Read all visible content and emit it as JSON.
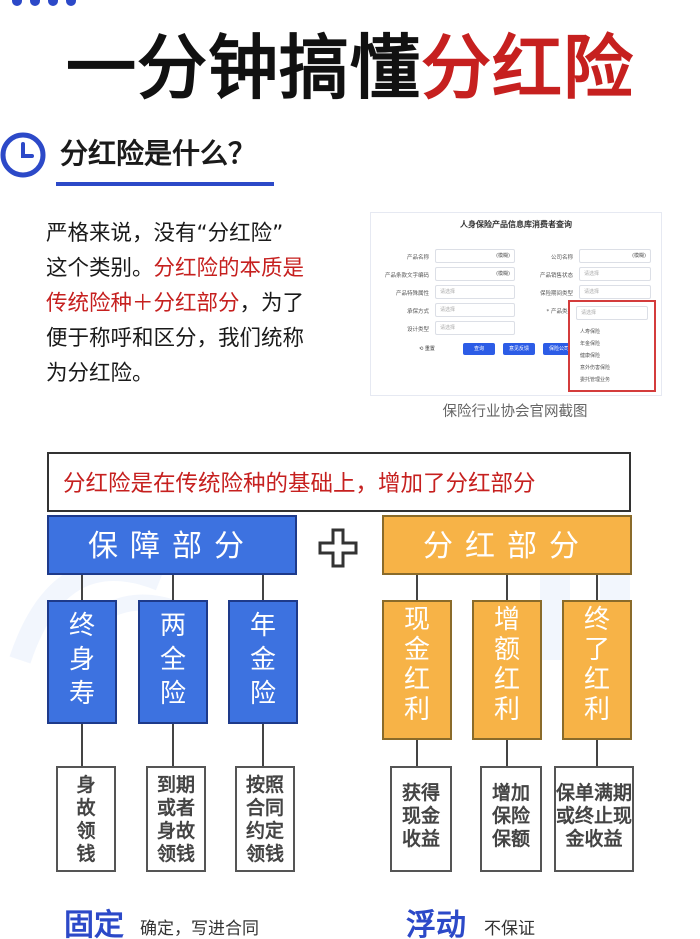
{
  "title": {
    "black": "一分钟搞懂",
    "red": "分红险"
  },
  "section": {
    "title": "分红险是什么？",
    "icon": "clock-icon"
  },
  "intro": {
    "line1": "严格来说，没有“分红险”",
    "line2a": "这个类别。",
    "line2b": "分红险的本质是",
    "line3a": "传统险种＋分红部分",
    "line3b": "，为了",
    "line4": "便于称呼和区分，我们统称",
    "line5": "为分红险。"
  },
  "screenshot": {
    "title": "人身保险产品信息库消费者查询",
    "caption": "保险行业协会官网截图",
    "rows": [
      {
        "l1": "产品名称",
        "v1": "(模糊)",
        "l2": "公司名称",
        "v2": "(模糊)"
      },
      {
        "l1": "产品条款文字编码",
        "v1": "(模糊)",
        "l2": "产品销售状态",
        "v2": "请选择"
      },
      {
        "l1": "产品特殊属性",
        "v1": "请选择",
        "l2": "保险期间类型",
        "v2": "请选择"
      },
      {
        "l1": "承保方式",
        "v1": "请选择",
        "l2": "* 产品类别",
        "v2": "请选择"
      },
      {
        "l1": "设计类型",
        "v1": "请选择",
        "l2": "",
        "v2": ""
      }
    ],
    "buttons": [
      "重置",
      "查询",
      "意见反馈",
      "保险公司"
    ],
    "options": [
      "人寿保险",
      "年金保险",
      "健康保险",
      "意外伤害保险",
      "委托管理业务"
    ]
  },
  "banner": "分红险是在传统险种的基础上，增加了分红部分",
  "left_head": "保障部分",
  "right_head": "分红部分",
  "left_items": [
    {
      "name": [
        "终",
        "身",
        "寿"
      ],
      "desc": [
        "身",
        "故",
        "领",
        "钱"
      ]
    },
    {
      "name": [
        "两",
        "全",
        "险"
      ],
      "desc": [
        "到期",
        "或者",
        "身故",
        "领钱"
      ]
    },
    {
      "name": [
        "年",
        "金",
        "险"
      ],
      "desc": [
        "按照",
        "合同",
        "约定",
        "领钱"
      ]
    }
  ],
  "right_items": [
    {
      "name": [
        "现",
        "金",
        "红",
        "利"
      ],
      "desc": [
        "获得",
        "现金",
        "收益"
      ]
    },
    {
      "name": [
        "增",
        "额",
        "红",
        "利"
      ],
      "desc": [
        "增加",
        "保险",
        "保额"
      ]
    },
    {
      "name": [
        "终",
        "了",
        "红",
        "利"
      ],
      "desc": [
        "保单满期",
        "或终止现",
        "金收益"
      ]
    }
  ],
  "footer": {
    "left_key": "固定",
    "left_desc": "确定，写进合同",
    "right_key": "浮动",
    "right_desc": "不保证"
  },
  "colors": {
    "red": "#c6201f",
    "blue": "#3d72e0",
    "orange": "#f7b347",
    "navy": "#2c49c8"
  }
}
